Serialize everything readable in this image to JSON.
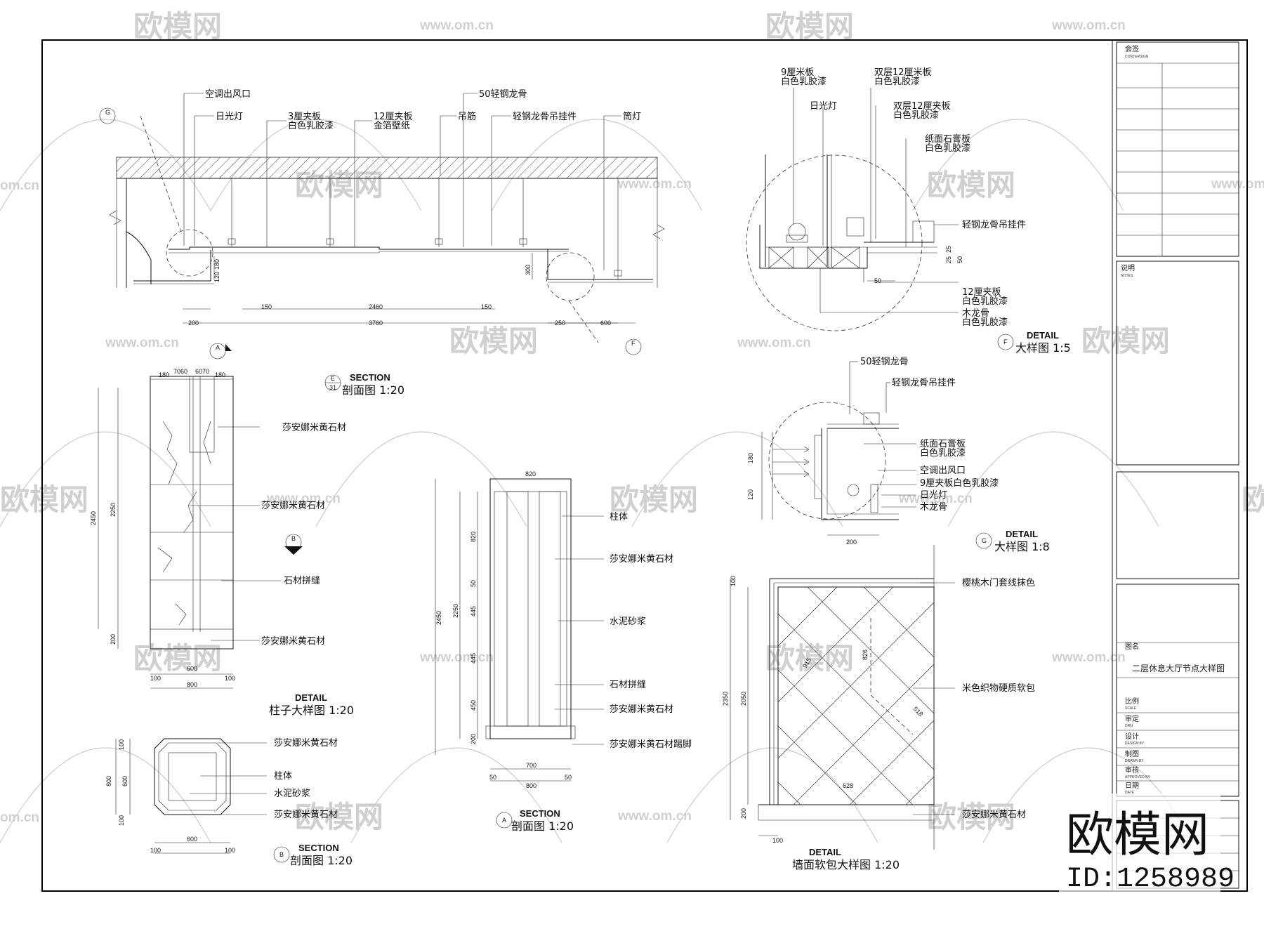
{
  "watermark": {
    "brand": "欧模网",
    "url": "www.om.cn",
    "url_short": "om.cn"
  },
  "top_section": {
    "labels": {
      "vent": "空调出风口",
      "fluorescent": "日光灯",
      "ply3": "3厘夹板",
      "ply3_finish": "白色乳胶漆",
      "ply12": "12厘夹板",
      "ply12_finish": "金箔壁纸",
      "steel50": "50轻钢龙骨",
      "hanger_rod": "吊筋",
      "hanger": "轻钢龙骨吊挂件",
      "downlight": "筒灯"
    },
    "dims": {
      "d180": "180",
      "d120": "120",
      "d300": "300",
      "d200": "200",
      "d150a": "150",
      "d2460": "2460",
      "d150b": "150",
      "d3760": "3760",
      "d250": "250",
      "d600": "600"
    },
    "callouts": {
      "g": "G",
      "f": "F",
      "a": "A"
    },
    "section_caption": "SECTION",
    "section_title": "剖面图 1:20",
    "section_mark": "E",
    "section_sheet": "31"
  },
  "detail_f": {
    "labels": {
      "ply9": "9厘米板",
      "ply9_finish": "白色乳胶漆",
      "dbl12a": "双层12厘米板",
      "dbl12a_finish": "白色乳胶漆",
      "fluorescent": "日光灯",
      "dbl12b": "双层12厘夹板",
      "dbl12b_finish": "白色乳胶漆",
      "gypsum": "纸面石膏板",
      "gypsum_finish": "白色乳胶漆",
      "hanger": "轻钢龙骨吊挂件",
      "ply12": "12厘夹板",
      "ply12_finish": "白色乳胶漆",
      "wood_keel": "木龙骨",
      "wood_keel_finish": "白色乳胶漆"
    },
    "dims": {
      "d25a": "25",
      "d25b": "25",
      "d50a": "50",
      "d50b": "50"
    },
    "mark": "F",
    "caption": "DETAIL",
    "title": "大样图 1:5"
  },
  "detail_g": {
    "labels": {
      "steel50": "50轻钢龙骨",
      "hanger": "轻钢龙骨吊挂件",
      "gypsum": "纸面石膏板",
      "gypsum_finish": "白色乳胶漆",
      "vent": "空调出风口",
      "ply9": "9厘夹板白色乳胶漆",
      "fluorescent": "日光灯",
      "wood_keel": "木龙骨"
    },
    "dims": {
      "d180": "180",
      "d120": "120",
      "d200": "200"
    },
    "mark": "G",
    "caption": "DETAIL",
    "title": "大样图 1:8"
  },
  "column_detail": {
    "labels": {
      "stone1": "莎安娜米黄石材",
      "stone2": "莎安娜米黄石材",
      "joint": "石材拼缝",
      "stone3": "莎安娜米黄石材"
    },
    "dims": {
      "top_a": "180",
      "top_b": "7060",
      "top_c": "6070",
      "top_d": "180",
      "h2450": "2450",
      "h2250": "2250",
      "h200": "200",
      "w100a": "100",
      "w600": "600",
      "w100b": "100",
      "w800": "800"
    },
    "marks": {
      "a": "A",
      "b": "B"
    },
    "caption": "DETAIL",
    "title": "柱子大样图 1:20"
  },
  "section_b": {
    "labels": {
      "stone": "莎安娜米黄石材",
      "core": "柱体",
      "mortar": "水泥砂浆",
      "stone2": "莎安娜米黄石材"
    },
    "dims": {
      "v100a": "100",
      "v800": "800",
      "v600": "600",
      "v100b": "100",
      "h100a": "100",
      "h600": "600",
      "h100b": "100"
    },
    "mark": "B",
    "caption": "SECTION",
    "title": "剖面图 1:20"
  },
  "section_a": {
    "labels": {
      "core": "柱体",
      "stone": "莎安娜米黄石材",
      "mortar": "水泥砂浆",
      "joint": "石材拼缝",
      "stone2": "莎安娜米黄石材",
      "skirting": "莎安娜米黄石材踢脚"
    },
    "dims": {
      "top820": "820",
      "v820": "820",
      "v50": "50",
      "v445a": "445",
      "v445b": "445",
      "v450": "450",
      "v200": "200",
      "h2450": "2450",
      "h2250": "2250",
      "b50a": "50",
      "b700": "700",
      "b50b": "50",
      "b800": "800"
    },
    "mark": "A",
    "caption": "SECTION",
    "title": "剖面图 1:20"
  },
  "wall_detail": {
    "labels": {
      "door_trim": "樱桃木门套线抹色",
      "fabric": "米色织物硬质软包",
      "stone": "莎安娜米黄石材"
    },
    "dims": {
      "v100": "100",
      "v2350": "2350",
      "v2050": "2050",
      "v200": "200",
      "b100": "100",
      "d628": "628",
      "d826": "826",
      "d915": "915",
      "d518": "518"
    },
    "caption": "DETAIL",
    "title": "墙面软包大样图 1:20"
  },
  "title_block": {
    "huiqian": "会签",
    "huiqian_en": "CONTERSIGN",
    "shuoming": "说明",
    "shuoming_en": "NOTES",
    "tuming_label": "图名",
    "tuming": "二层休息大厅节点大样图",
    "scale": "比例",
    "scale_en": "SCALE",
    "design": "设计",
    "design_en": "DESIGN BY",
    "drawn": "制图",
    "drawn_en": "DRAWN BY",
    "approved": "审核",
    "approved_en": "APPROVED BY",
    "date": "日期",
    "date_en": "DATE",
    "check": "审定",
    "check_en": "DRN"
  },
  "brand_badge": {
    "name": "欧模网",
    "id": "ID:1258989"
  }
}
